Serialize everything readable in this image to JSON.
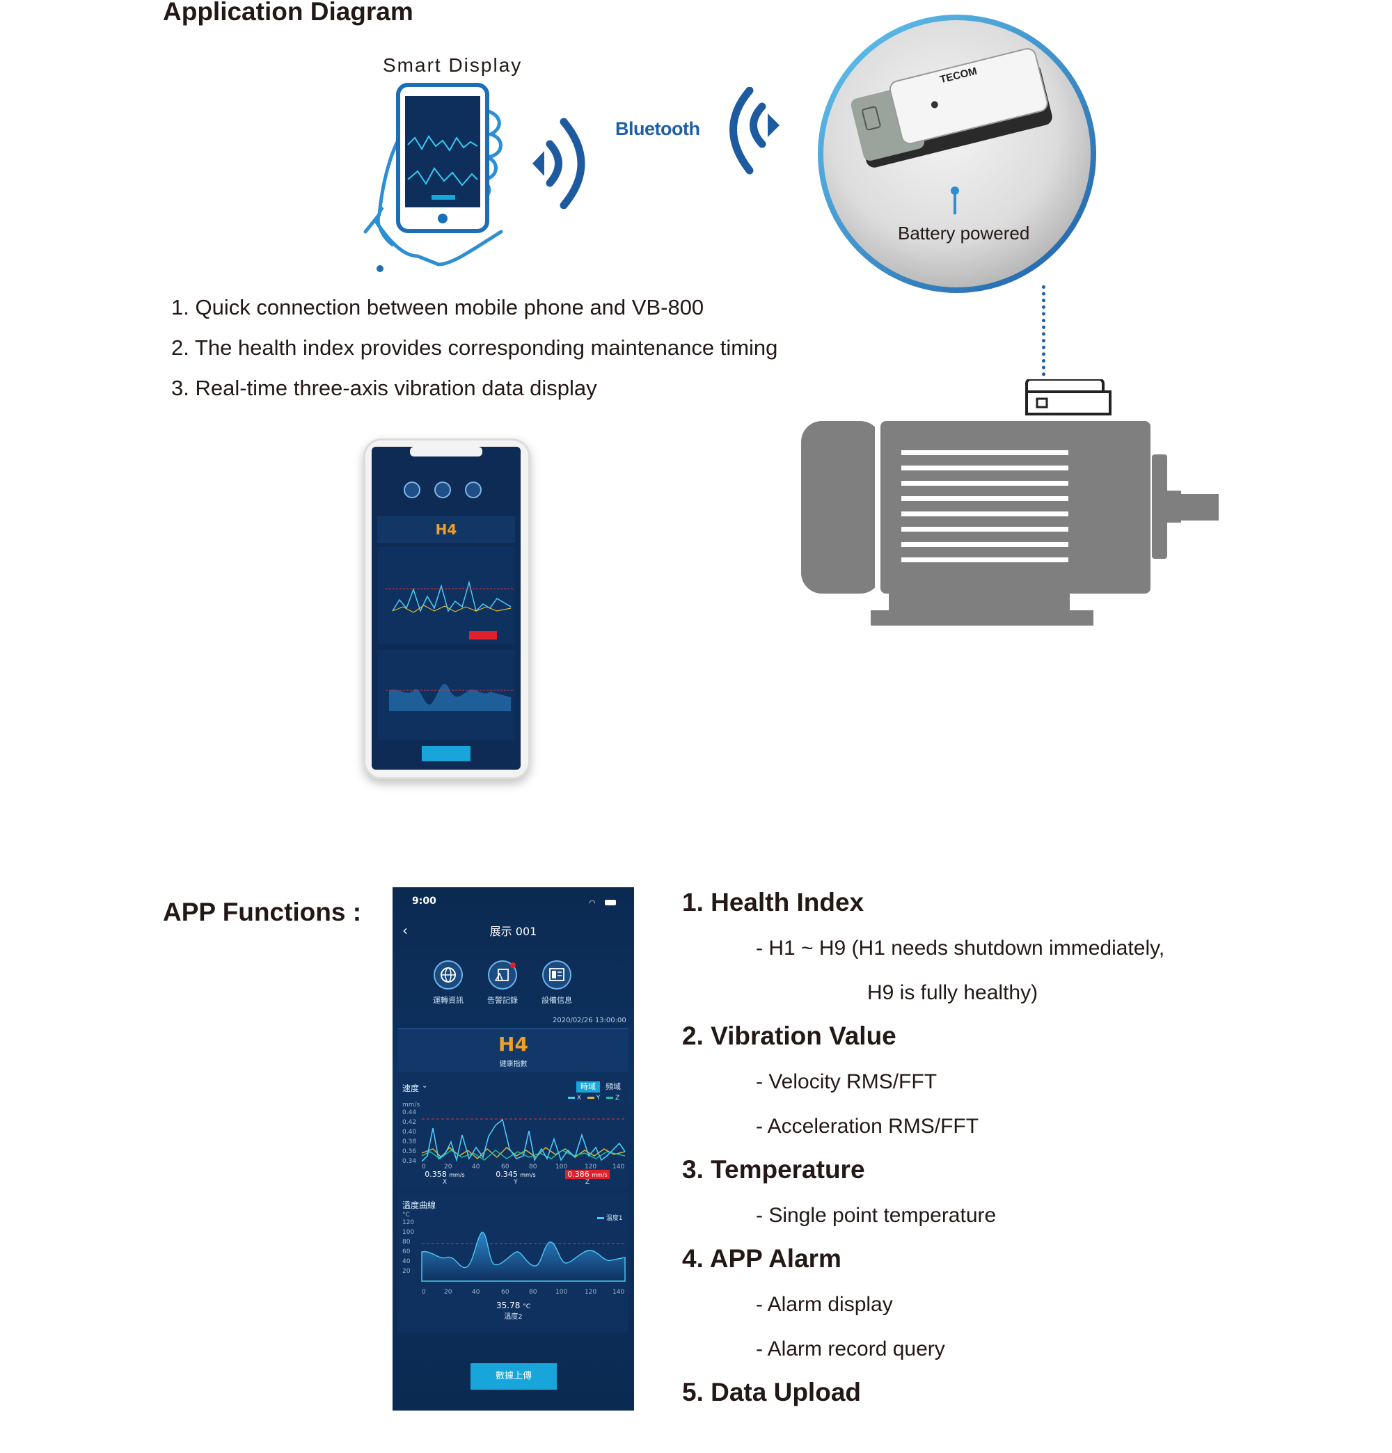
{
  "diagram": {
    "title": "Application Diagram",
    "smart_display_label": "Smart Display",
    "bluetooth_label": "Bluetooth",
    "battery_label": "Battery powered",
    "brand_logo_text": "TECOM",
    "features": [
      "1. Quick connection between mobile phone and VB-800",
      "2. The health index provides corresponding maintenance timing",
      "3. Real-time three-axis vibration data display"
    ]
  },
  "app_functions": {
    "title": "APP Functions :",
    "items": [
      {
        "heading": "1. Health Index",
        "subs": [
          "- H1 ~ H9 (H1 needs shutdown immediately,",
          "H9 is fully healthy)"
        ]
      },
      {
        "heading": "2. Vibration Value",
        "subs": [
          "- Velocity RMS/FFT",
          "- Acceleration RMS/FFT"
        ]
      },
      {
        "heading": "3. Temperature",
        "subs": [
          "- Single point temperature"
        ]
      },
      {
        "heading": "4. APP Alarm",
        "subs": [
          "- Alarm display",
          "- Alarm record query"
        ]
      },
      {
        "heading": "5. Data Upload",
        "subs": []
      }
    ]
  },
  "phone_app": {
    "status_time": "9:00",
    "screen_title": "展示 001",
    "nav": [
      "運轉資訊",
      "告警記錄",
      "設備信息"
    ],
    "timestamp": "2020/02/26 13:00:00",
    "health_value": "H4",
    "health_label": "健康指數",
    "velocity_title": "速度",
    "tab_time": "時域",
    "tab_freq": "頻域",
    "legend": [
      "X",
      "Y",
      "Z"
    ],
    "unit_velocity": "mm/s",
    "velocity_yticks": [
      "0.44",
      "0.42",
      "0.40",
      "0.38",
      "0.36",
      "0.34"
    ],
    "xticks": [
      "0",
      "20",
      "40",
      "60",
      "80",
      "100",
      "120",
      "140"
    ],
    "readings": [
      {
        "value": "0.358",
        "unit": "mm/s",
        "axis": "X"
      },
      {
        "value": "0.345",
        "unit": "mm/s",
        "axis": "Y"
      },
      {
        "value": "0.386",
        "unit": "mm/s",
        "axis": "Z"
      }
    ],
    "temp_title": "溫度曲線",
    "temp_unit": "°C",
    "temp_legend": "溫度1",
    "temp_yticks": [
      "120",
      "100",
      "80",
      "60",
      "40",
      "20"
    ],
    "temp_value": "35.78",
    "temp_value_unit": "°C",
    "temp_caption": "溫度2",
    "upload_button": "數據上傳"
  },
  "colors": {
    "accent_blue": "#1f5fa8",
    "screen_bg": "#0d2c55",
    "alert_red": "#e0202b",
    "cyan_button": "#18a5d9",
    "health_orange": "#f0a022",
    "motor_gray": "#7f7f7f"
  }
}
